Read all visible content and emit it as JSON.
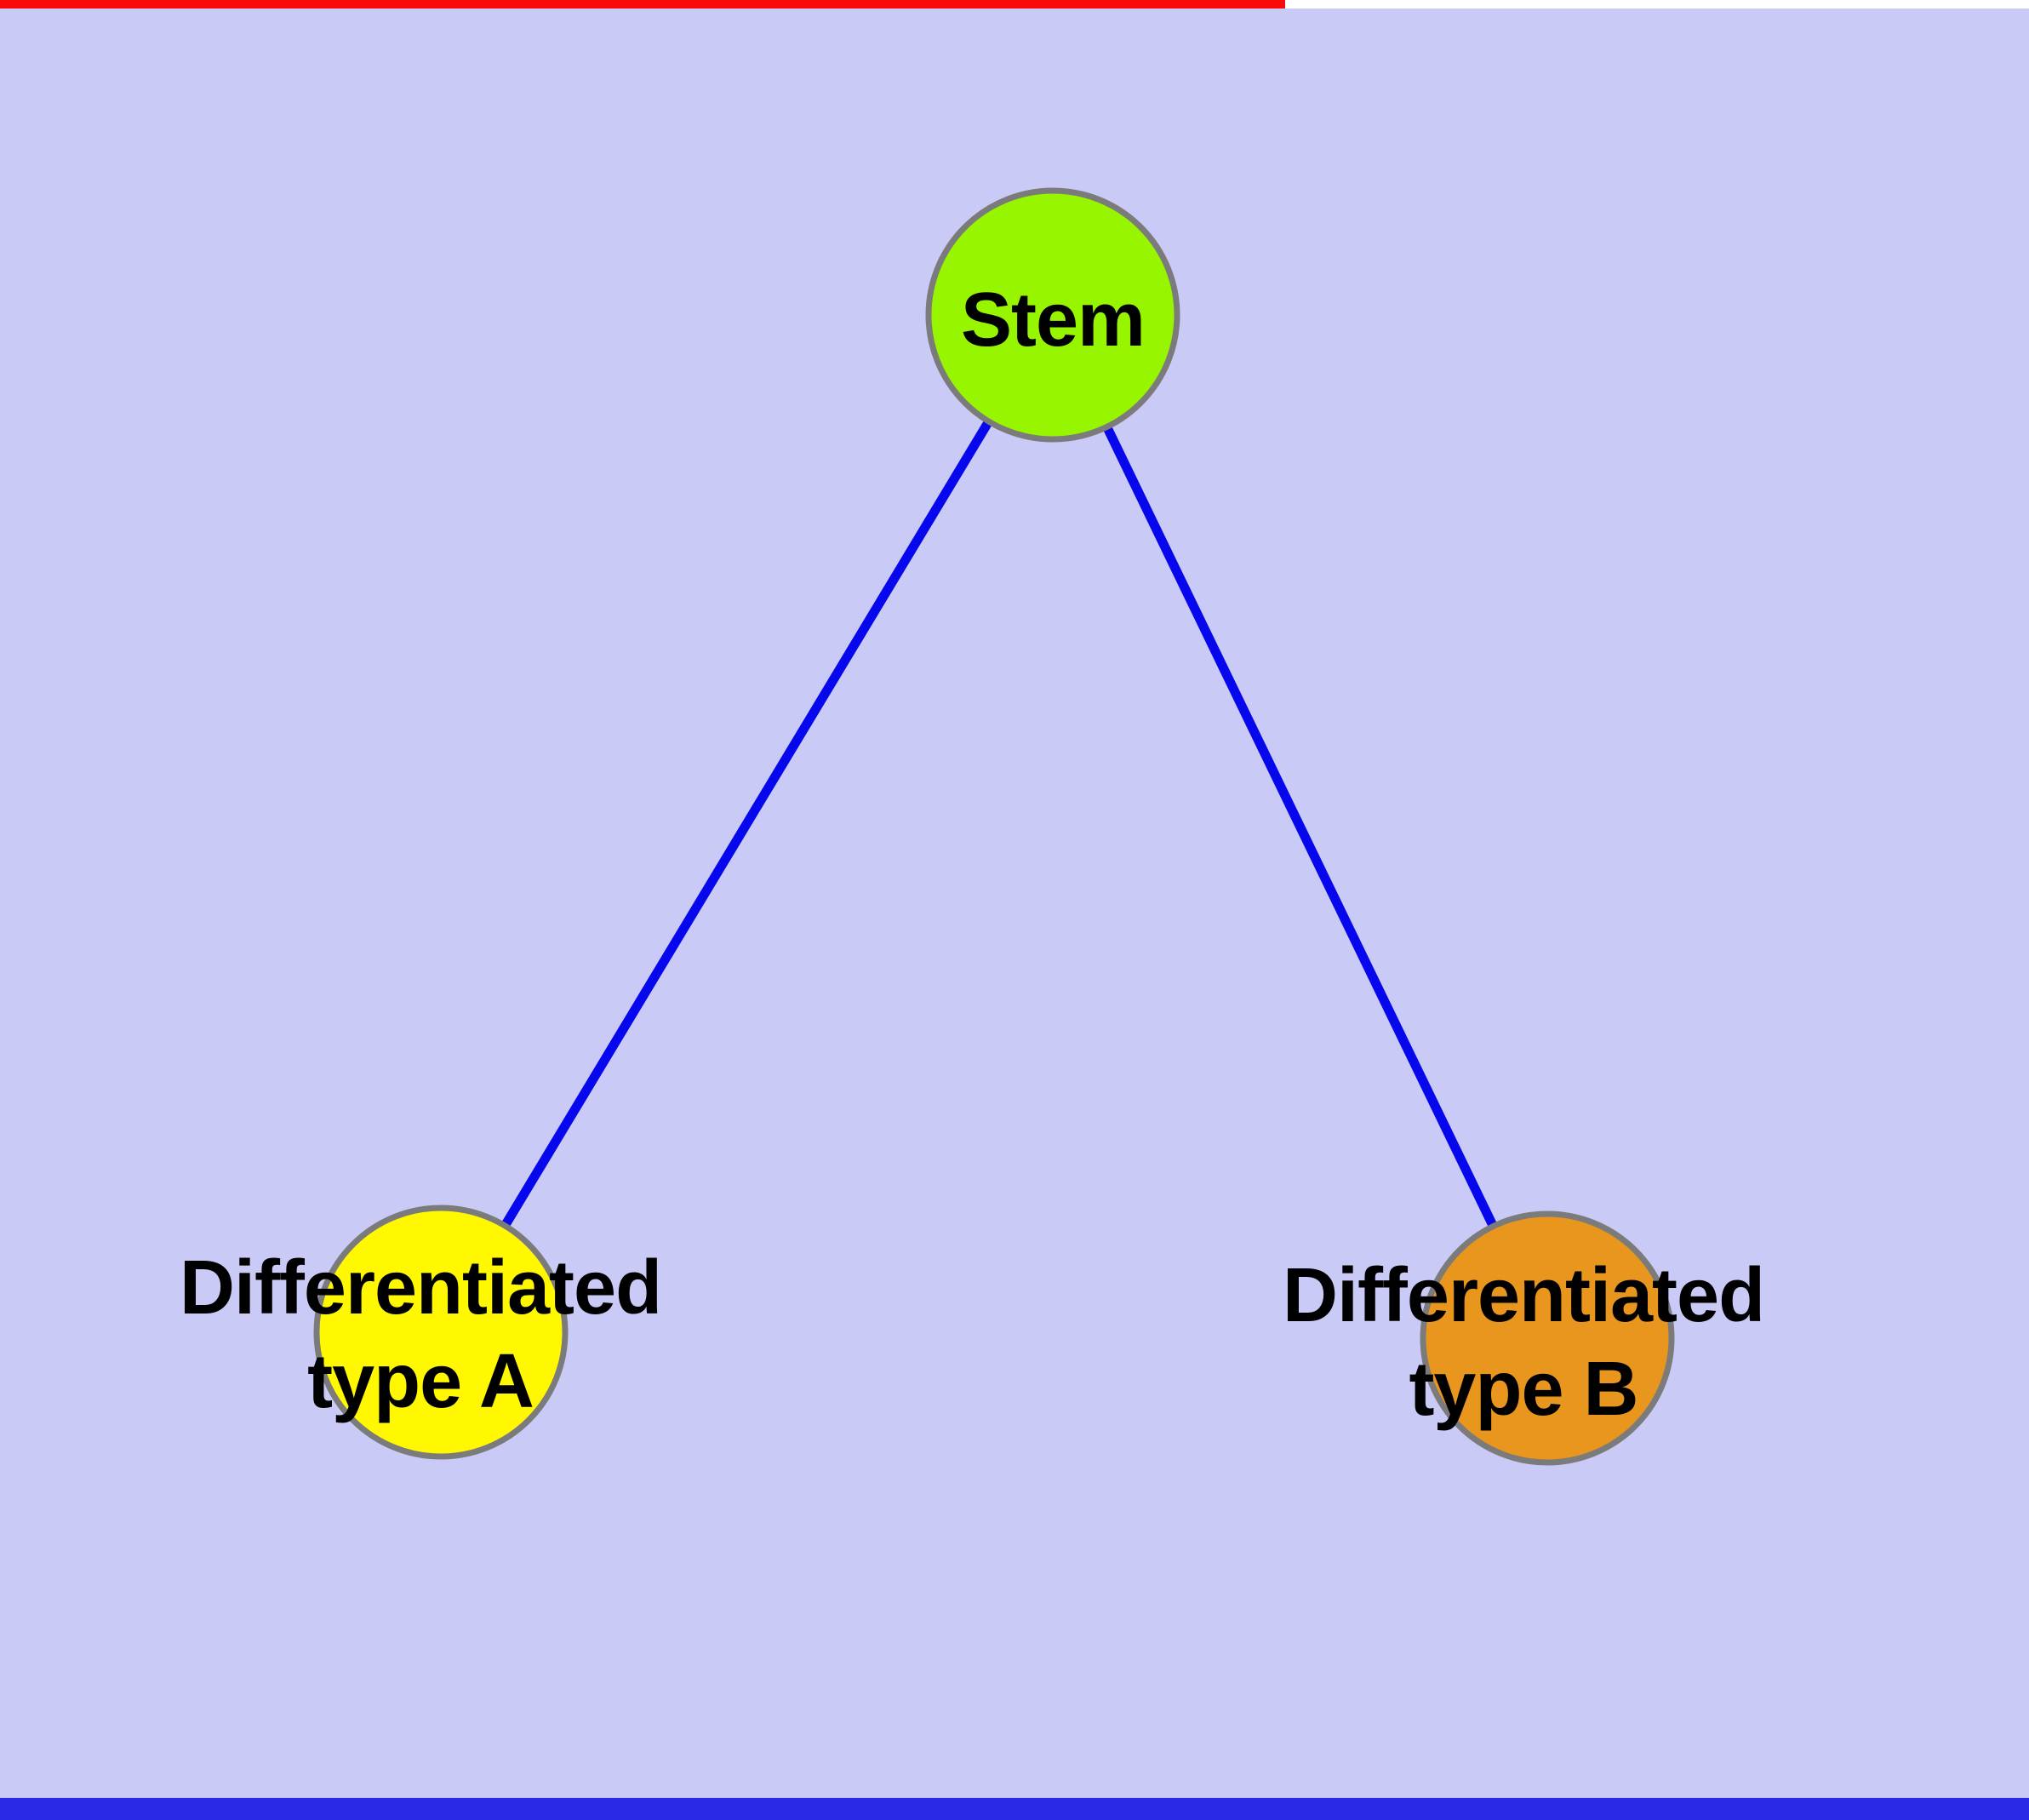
{
  "diagram": {
    "background_color": "#cacaf6",
    "node_border_color": "#7b7b7b",
    "edge_color": "#0707ee",
    "top_strip": {
      "red_color": "#fb0a0a",
      "white_color": "#ffffff"
    },
    "bottom_strip": {
      "blue_color": "#2929e6"
    },
    "nodes": {
      "stem": {
        "label": "Stem",
        "fill": "#97f500"
      },
      "type_a": {
        "label_line1": "Differentiated",
        "label_line2": "type A",
        "fill": "#fff800"
      },
      "type_b": {
        "label_line1": "Differentiated",
        "label_line2": "type B",
        "fill": "#e8961e"
      }
    },
    "edges": [
      {
        "from": "Stem",
        "to": "Differentiated type A"
      },
      {
        "from": "Stem",
        "to": "Differentiated type B"
      }
    ]
  }
}
